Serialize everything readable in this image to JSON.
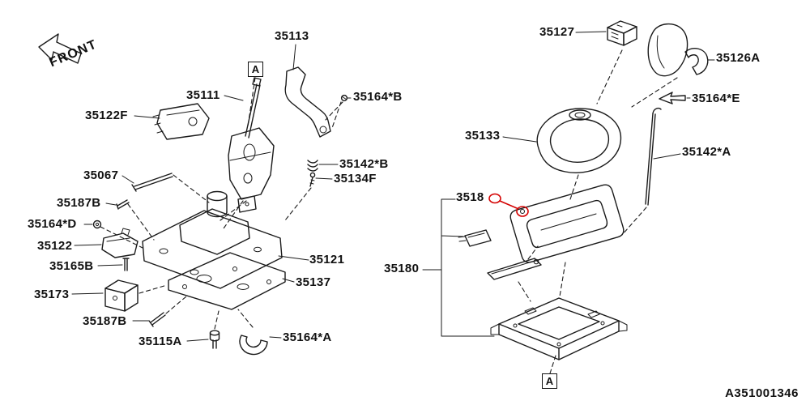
{
  "diagram": {
    "code": "A351001346",
    "front_label": "FRONT",
    "section_refs": {
      "top": "A",
      "bottom": "A"
    }
  },
  "parts": {
    "p35113": "35113",
    "p35111": "35111",
    "p35122F": "35122F",
    "p35164B": "35164*B",
    "p35067": "35067",
    "p35142B": "35142*B",
    "p35134F": "35134F",
    "p35187B_a": "35187B",
    "p35164D": "35164*D",
    "p35122": "35122",
    "p35165B": "35165B",
    "p35121": "35121",
    "p35173": "35173",
    "p35137": "35137",
    "p35187B_b": "35187B",
    "p35115A": "35115A",
    "p35164A": "35164*A",
    "p35127": "35127",
    "p35126A": "35126A",
    "p35164E": "35164*E",
    "p35133": "35133",
    "p35142A": "35142*A",
    "p3518": "3518",
    "p35180": "35180"
  },
  "colors": {
    "line": "#1a1a1a",
    "highlight": "#d40000",
    "background": "#ffffff"
  }
}
